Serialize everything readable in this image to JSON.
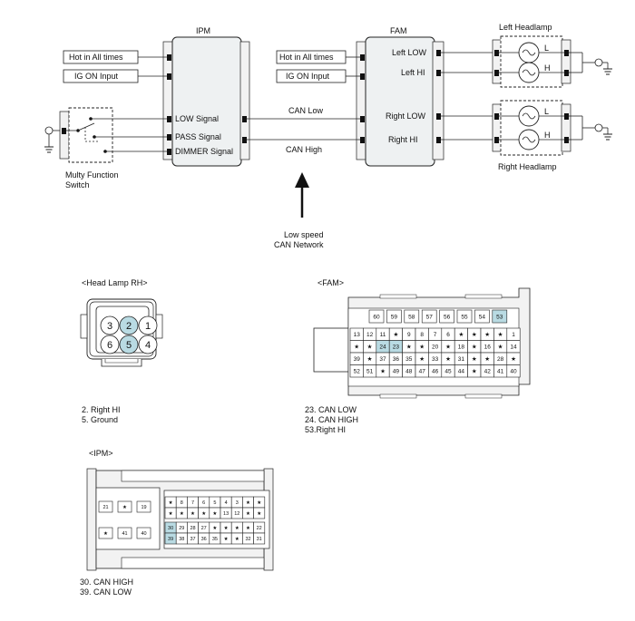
{
  "top": {
    "ipm_title": "IPM",
    "fam_title": "FAM",
    "left_headlamp_title": "Left Headlamp",
    "right_headlamp_title": "Right Headlamp",
    "ipm_hot": "Hot in All times",
    "ipm_ig": "IG ON Input",
    "fam_hot": "Hot in All times",
    "fam_ig": "IG ON Input",
    "ipm_pins": [
      "LOW Signal",
      "PASS Signal",
      "DIMMER Signal"
    ],
    "fam_pins": [
      "Left LOW",
      "Left HI",
      "Right LOW",
      "Right HI"
    ],
    "can_low": "CAN Low",
    "can_high": "CAN High",
    "network_line1": "Low speed",
    "network_line2": "CAN Network",
    "switch_line1": "Multy Function",
    "switch_line2": "Switch",
    "lamp_L": "L",
    "lamp_H": "H"
  },
  "rh": {
    "title": "<Head Lamp RH>",
    "pins": [
      "3",
      "2",
      "1",
      "6",
      "5",
      "4"
    ],
    "highlight": [
      "2",
      "5"
    ],
    "notes": [
      "2. Right HI",
      "5. Ground"
    ]
  },
  "fam_conn": {
    "title": "<FAM>",
    "top_row": [
      "60",
      "59",
      "58",
      "57",
      "56",
      "55",
      "54",
      "53"
    ],
    "rows": [
      [
        "13",
        "12",
        "11",
        "★",
        "9",
        "8",
        "7",
        "6",
        "★",
        "★",
        "★",
        "★",
        "1"
      ],
      [
        "★",
        "★",
        "24",
        "23",
        "★",
        "★",
        "20",
        "★",
        "18",
        "★",
        "16",
        "★",
        "14"
      ],
      [
        "39",
        "★",
        "37",
        "36",
        "35",
        "★",
        "33",
        "★",
        "31",
        "★",
        "★",
        "28",
        "★"
      ],
      [
        "52",
        "51",
        "★",
        "49",
        "48",
        "47",
        "46",
        "45",
        "44",
        "★",
        "42",
        "41",
        "40"
      ]
    ],
    "highlight": [
      "53",
      "24",
      "23"
    ],
    "notes": [
      "23. CAN LOW",
      "24. CAN HIGH",
      "53.Right HI"
    ]
  },
  "ipm_conn": {
    "title": "<IPM>",
    "left_top": [
      "21",
      "★",
      "19"
    ],
    "left_bottom": [
      "★",
      "41",
      "40"
    ],
    "rows": [
      [
        "★",
        "8",
        "7",
        "6",
        "5",
        "4",
        "3",
        "★",
        "★"
      ],
      [
        "★",
        "★",
        "★",
        "★",
        "★",
        "13",
        "12",
        "★",
        "★"
      ],
      [
        "30",
        "29",
        "28",
        "27",
        "★",
        "★",
        "★",
        "★",
        "22"
      ],
      [
        "39",
        "38",
        "37",
        "36",
        "35",
        "★",
        "★",
        "32",
        "31"
      ]
    ],
    "highlight": [
      "30",
      "39"
    ],
    "notes": [
      "30. CAN HIGH",
      "39. CAN LOW"
    ]
  },
  "colors": {
    "line": "#222222",
    "highlight": "#b9dbe3",
    "box": "#eef1f2",
    "panel": "#f2f2f2"
  }
}
